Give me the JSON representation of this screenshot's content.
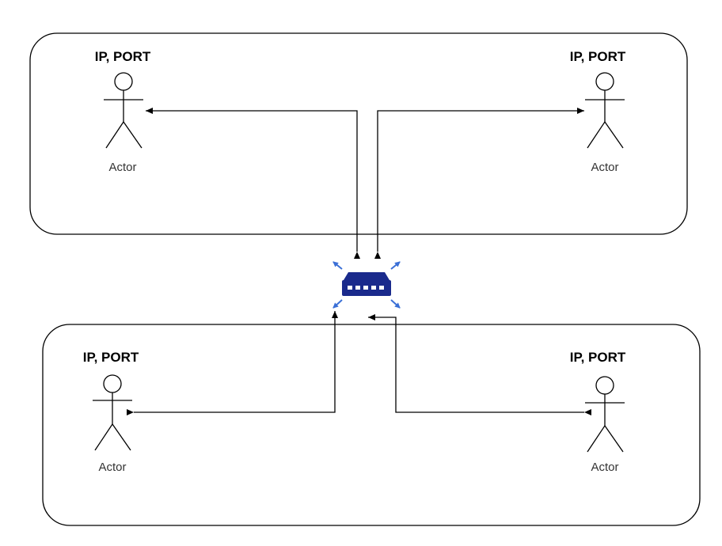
{
  "colors": {
    "stroke": "#000000",
    "switch": "#1a2a8c",
    "switch_arrows": "#3a6fd6",
    "background": "#ffffff"
  },
  "actors": [
    {
      "id": "top-left",
      "address_label": "IP, PORT",
      "name": "Actor"
    },
    {
      "id": "top-right",
      "address_label": "IP, PORT",
      "name": "Actor"
    },
    {
      "id": "bottom-left",
      "address_label": "IP, PORT",
      "name": "Actor"
    },
    {
      "id": "bottom-right",
      "address_label": "IP, PORT",
      "name": "Actor"
    }
  ],
  "switch_icon": "network-switch-icon"
}
